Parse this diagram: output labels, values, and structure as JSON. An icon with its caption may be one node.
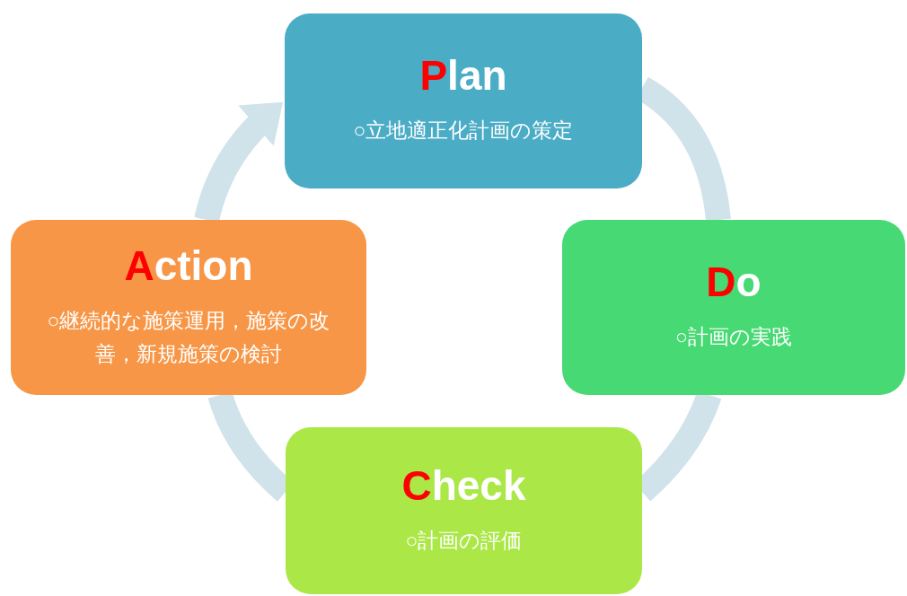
{
  "diagram": {
    "nodes": [
      {
        "text": [
          "Plan",
          "○立地適正化計画の策定"
        ]
      },
      {
        "text": [
          "Action",
          "○継続的な施策運用，施策の改善，新規施策の検討"
        ]
      },
      {
        "text": [
          "Do",
          "○計画の実践"
        ]
      },
      {
        "text": [
          "Check",
          "○計画の評価"
        ]
      }
    ],
    "edges": [
      {
        "from": 0,
        "to": 2,
        "arrow": "none"
      },
      {
        "from": 2,
        "to": 3,
        "arrow": "none"
      },
      {
        "from": 3,
        "to": 1,
        "arrow": "none"
      },
      {
        "from": 1,
        "to": 0,
        "arrow": "to"
      }
    ]
  }
}
